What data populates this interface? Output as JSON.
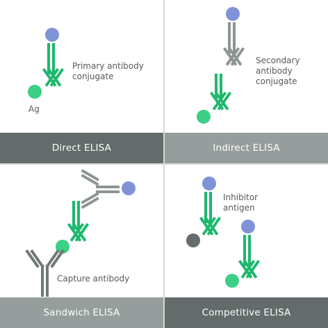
{
  "panels": {
    "direct": {
      "title": "Direct ELISA",
      "label_conjugate": "Primary antibody\nconjugate",
      "label_ag": "Ag"
    },
    "indirect": {
      "title": "Indirect ELISA",
      "label_conjugate": "Secondary\nantibody\nconjugate"
    },
    "sandwich": {
      "title": "Sandwich ELISA",
      "label_capture": "Capture antibody"
    },
    "competitive": {
      "title": "Competitive ELISA",
      "label_inhibitor": "Inhibitor\nantigen"
    }
  },
  "colors": {
    "green": "#1fb86e",
    "grey": "#8c9494",
    "enzyme": "#7f93d9",
    "antigen": "#3ccf86",
    "inhibitor": "#666b6e",
    "banner_dark": "#636b6b",
    "banner_light": "#969d9d"
  }
}
